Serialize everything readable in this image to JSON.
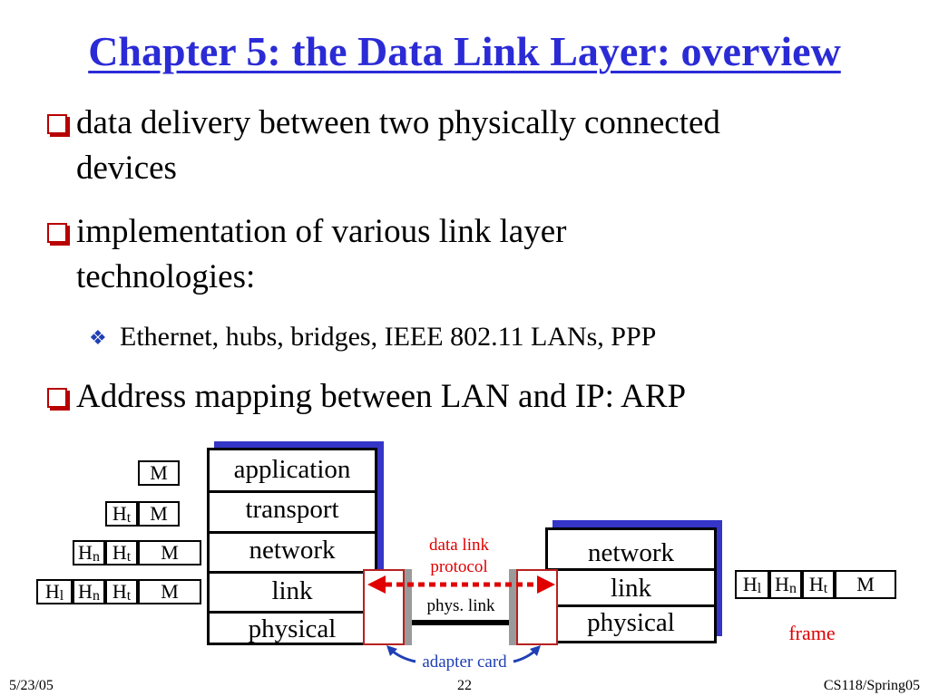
{
  "title": "Chapter 5: the Data Link Layer: overview",
  "bullets": [
    {
      "line1": "data delivery between two physically connected",
      "line2": "devices"
    },
    {
      "line1": "implementation of various link layer",
      "line2": "technologies:"
    }
  ],
  "sub_bullet": "Ethernet, hubs, bridges, IEEE 802.11 LANs, PPP",
  "bullet3": "Address mapping between LAN and IP: ARP",
  "left_stack": [
    "application",
    "transport",
    "network",
    "link",
    "physical"
  ],
  "right_stack": [
    "network",
    "link",
    "physical"
  ],
  "headers": {
    "M": "M",
    "H": "H",
    "t": "t",
    "n": "n",
    "l": "l"
  },
  "labels": {
    "protocol_line1": "data link",
    "protocol_line2": "protocol",
    "phys_link": "phys. link",
    "adapter_card": "adapter card",
    "frame": "frame"
  },
  "footer": {
    "date": "5/23/05",
    "page": "22",
    "course": "CS118/Spring05"
  },
  "colors": {
    "title": "#2b2bd6",
    "bullet_box": "#b80000",
    "stack_shadow": "#3535c8",
    "protocol_arrow": "#e00000",
    "adapter_arrow": "#1f3fb5"
  },
  "icons": {
    "bullet": "hollow-square-icon",
    "sub_bullet": "diamond-four-icon"
  }
}
